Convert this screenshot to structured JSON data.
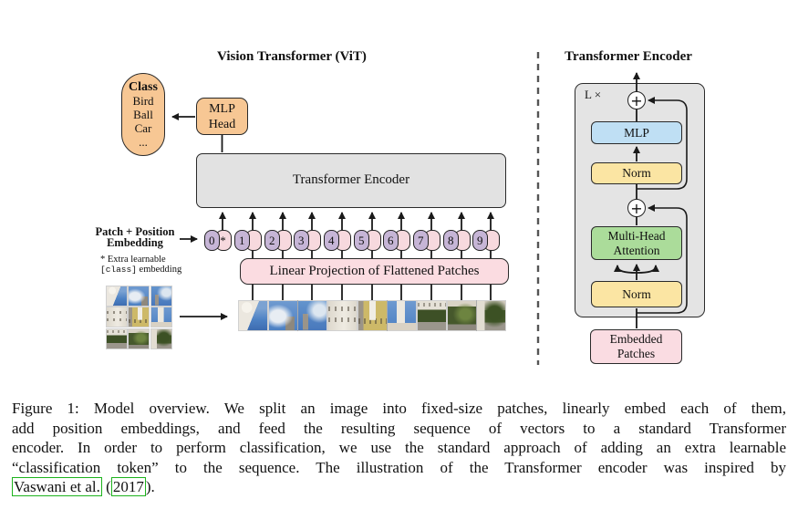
{
  "figure": {
    "vit_title": "Vision Transformer (ViT)",
    "class_pill": {
      "title": "Class",
      "items": [
        "Bird",
        "Ball",
        "Car",
        "..."
      ]
    },
    "mlp_head_label": "MLP Head",
    "encoder_box_label": "Transformer Encoder",
    "patch_position_label_line1": "Patch + Position",
    "patch_position_label_line2": "Embedding",
    "footnote_line1": "* Extra learnable",
    "footnote_class_token": "[class]",
    "footnote_line2_rest": " embedding",
    "linear_projection_label": "Linear Projection of Flattened Patches",
    "tokens": [
      "0",
      "1",
      "2",
      "3",
      "4",
      "5",
      "6",
      "7",
      "8",
      "9"
    ],
    "class_token_star": "*"
  },
  "encoder_detail": {
    "title": "Transformer Encoder",
    "loop_label": "L ×",
    "plus": "+",
    "mlp_label": "MLP",
    "norm_top_label": "Norm",
    "mha_label": "Multi-Head Attention",
    "norm_bottom_label": "Norm",
    "embedded_patches_label": "Embedded Patches"
  },
  "caption": {
    "line1": "Figure 1: Model overview. We split an image into fixed-size patches, linearly embed each of them,",
    "line2": "add position embeddings, and feed the resulting sequence of vectors to a standard Transformer",
    "line3": "encoder. In order to perform classification, we use the standard approach of adding an extra learnable",
    "line4": "“classification token” to the sequence. The illustration of the Transformer encoder was inspired by",
    "line5_cite": "Vaswani et al.",
    "line5_mid": " (",
    "line5_year": "2017",
    "line5_end": ").",
    "citation_box_color": "#1db31d"
  },
  "colors": {
    "orange_box": "#F7C794",
    "gray_box": "#E2E2E2",
    "encoder_container_gray": "#E4E4E4",
    "token_purple": "#C6B5D6",
    "token_pink": "#F7D9DE",
    "linear_projection_pink": "#FBDCE1",
    "embedded_patches_pink": "#FADCE2",
    "mlp_blue": "#BFDFF4",
    "norm_yellow": "#FBE5A3",
    "attention_green": "#ABDC9A",
    "wire_black": "#1a1a1a"
  }
}
